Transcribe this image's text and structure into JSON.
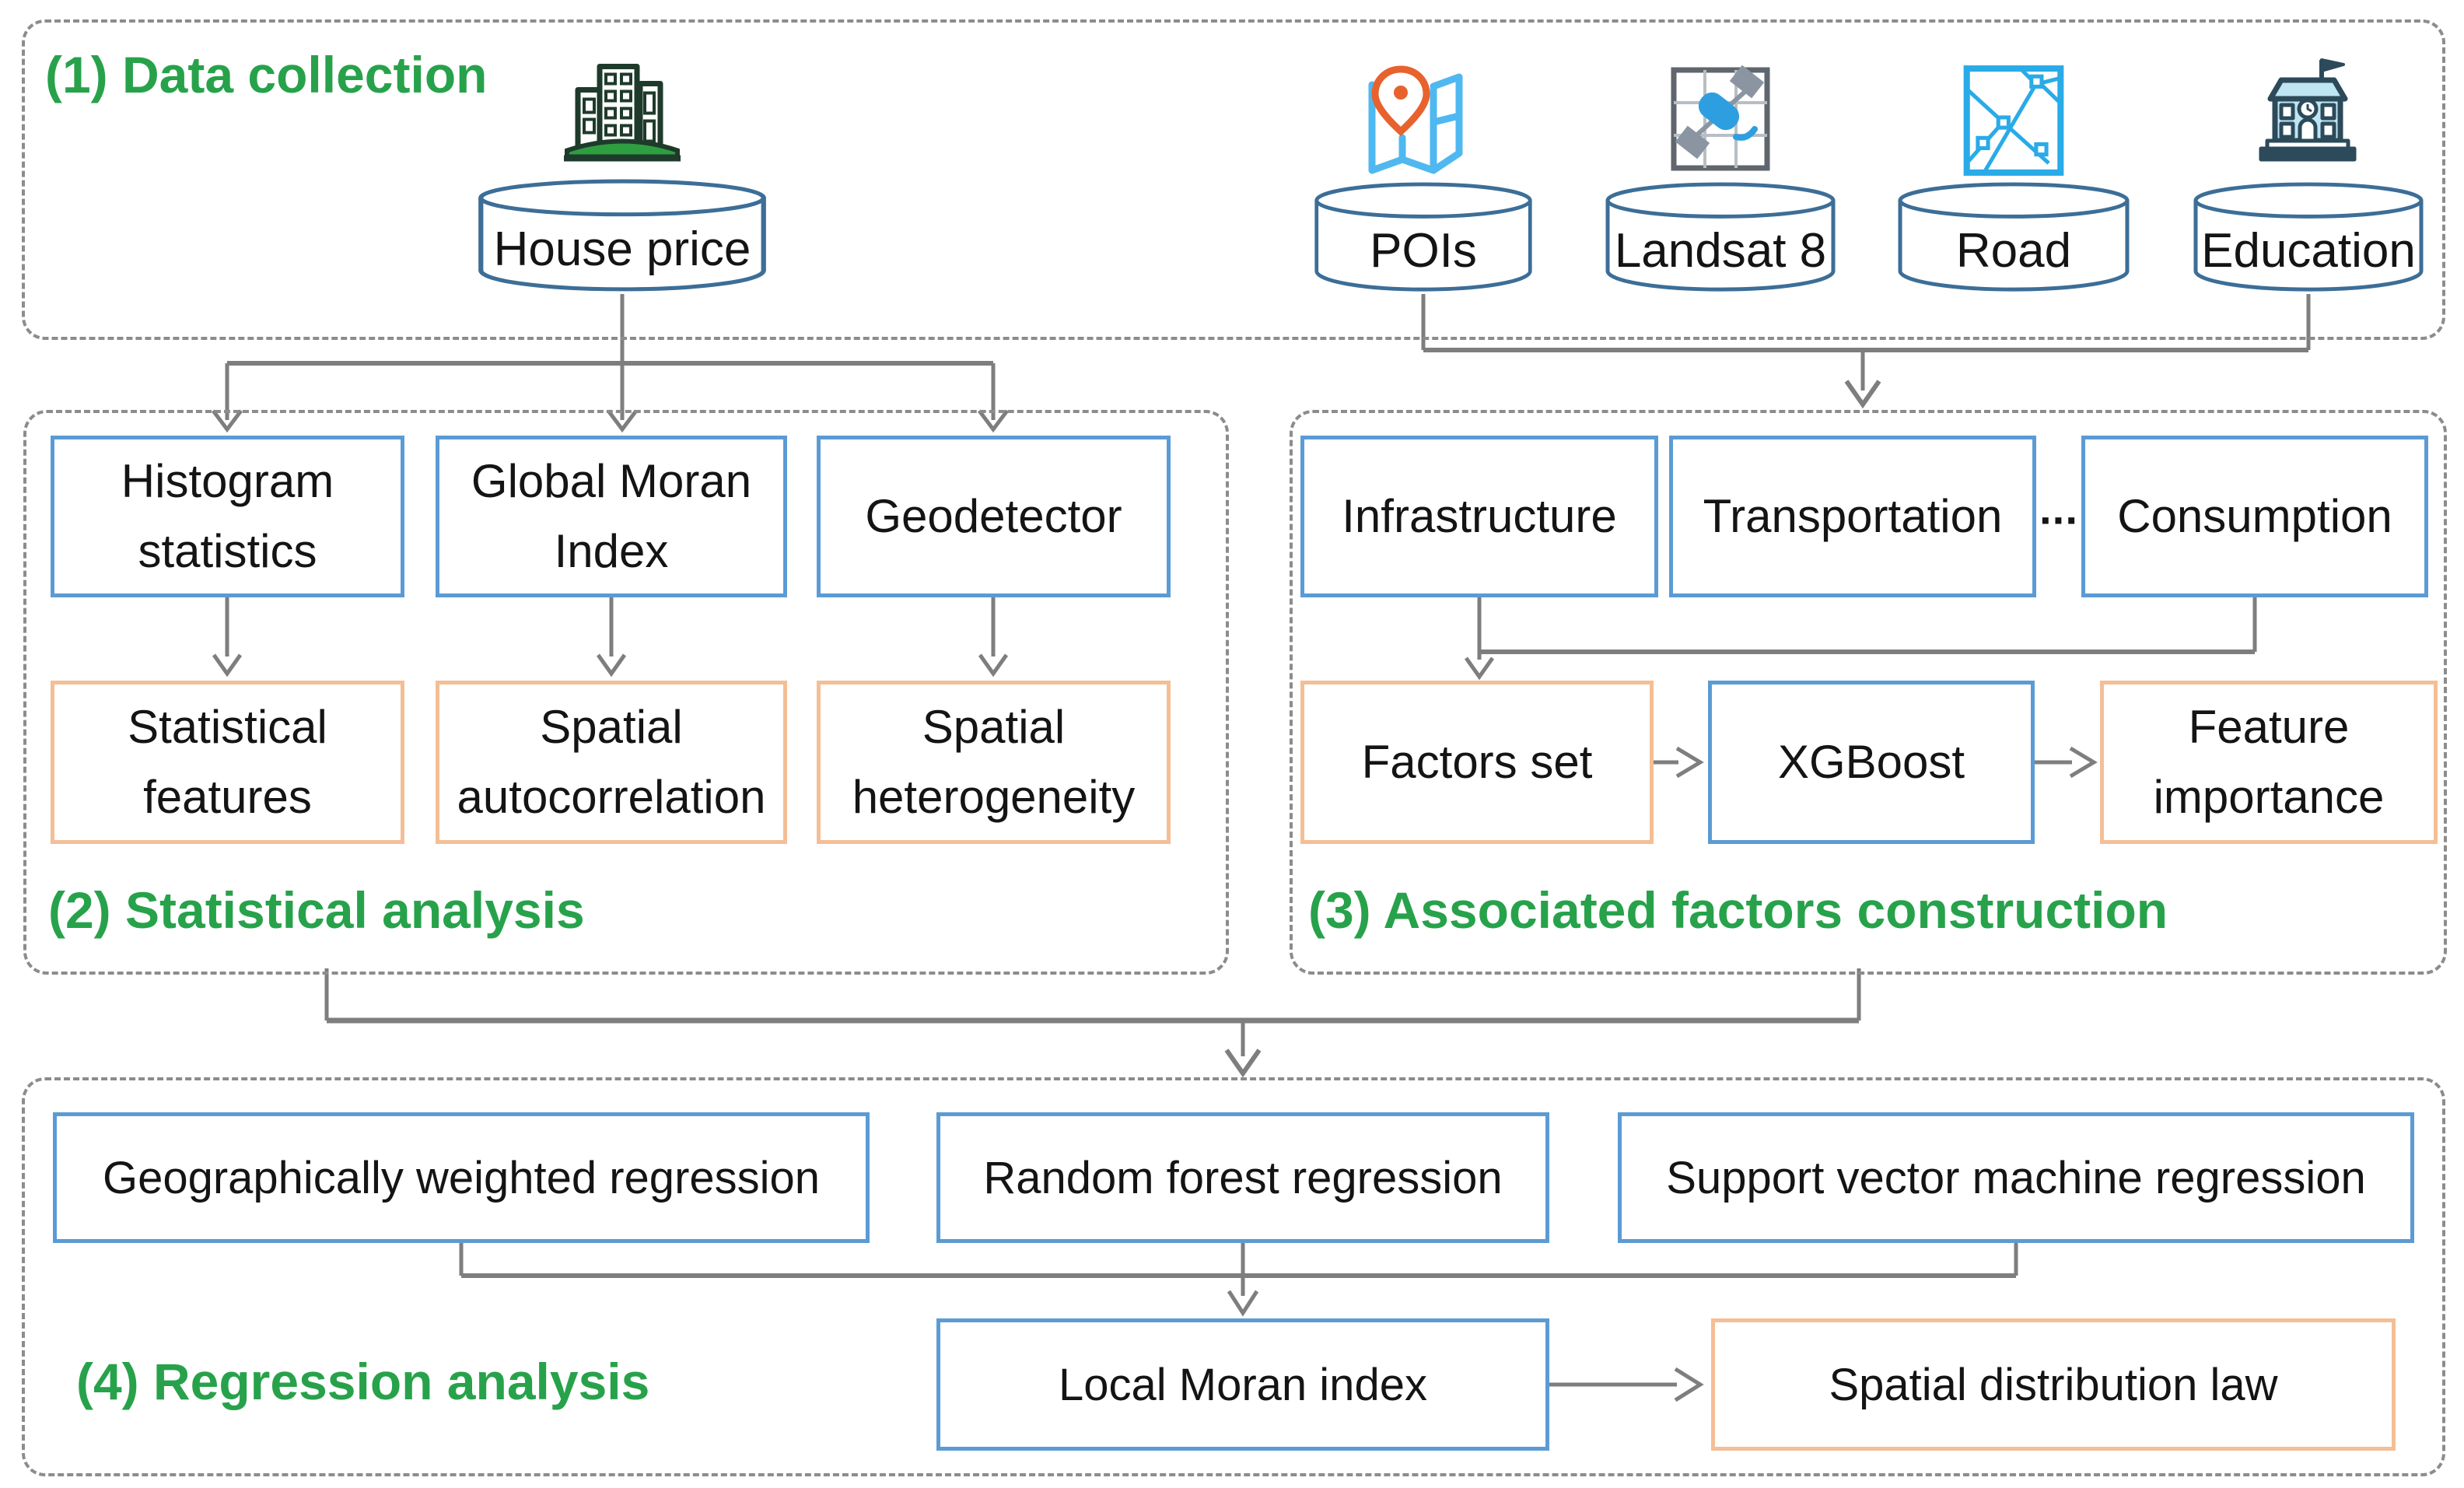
{
  "palette": {
    "title_green": "#27A24B",
    "box_blue_border": "#5B9BD5",
    "box_orange_border": "#F4BE96",
    "cylinder_stroke": "#3C6E97",
    "connector_gray": "#7E7E7E",
    "dashed_border_gray": "#8C8C8C",
    "pin_orange": "#E8622D",
    "map_blue": "#4FB8F0",
    "road_blue": "#29ABE8",
    "satellite_blue": "#2D9FE0",
    "satellite_gray": "#8B95A1",
    "building_base_green": "#2F9E41",
    "school_fill": "#BFE4F2",
    "school_outline": "#2C4A59"
  },
  "section1": {
    "title": "(1) Data collection",
    "sources": [
      {
        "label": "House price",
        "icon": "city-building-icon"
      },
      {
        "label": "POIs",
        "icon": "map-location-pin-icon"
      },
      {
        "label": "Landsat 8",
        "icon": "satellite-icon"
      },
      {
        "label": "Road",
        "icon": "road-map-icon"
      },
      {
        "label": "Education",
        "icon": "school-icon"
      }
    ]
  },
  "section2": {
    "title": "(2) Statistical analysis",
    "methods": [
      "Histogram statistics",
      "Global Moran Index",
      "Geodetector"
    ],
    "outputs": [
      "Statistical features",
      "Spatial autocorrelation",
      "Spatial heterogeneity"
    ]
  },
  "section3": {
    "title": "(3) Associated factors construction",
    "categories": [
      "Infrastructure",
      "Transportation",
      "Consumption"
    ],
    "ellipsis": "···",
    "pipeline": [
      "Factors set",
      "XGBoost",
      "Feature importance"
    ]
  },
  "section4": {
    "title": "(4) Regression analysis",
    "models": [
      "Geographically weighted regression",
      "Random forest regression",
      "Support vector machine regression"
    ],
    "local_analysis": "Local Moran index",
    "result": "Spatial distribution law"
  }
}
